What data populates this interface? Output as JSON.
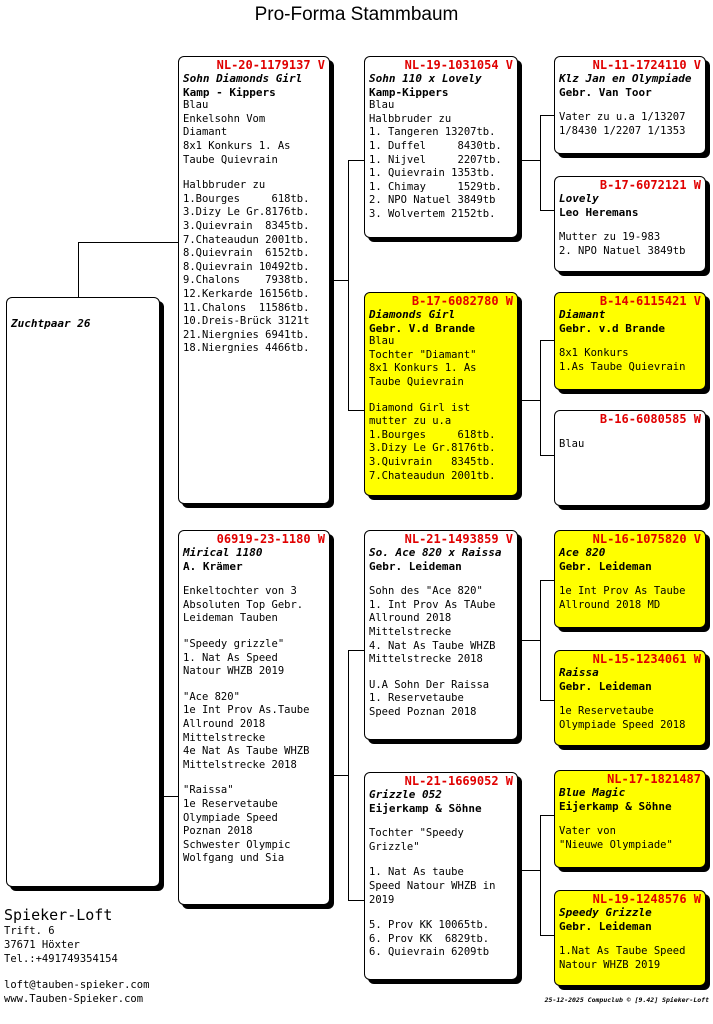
{
  "title": "Pro-Forma Stammbaum",
  "pigeons": {
    "root": {
      "name": "Zuchtpaar 26"
    },
    "father": {
      "ring": "NL-20-1179137 V",
      "name": "Sohn Diamonds Girl",
      "owner": "Kamp - Kippers",
      "lines": [
        "Blau",
        "Enkelsohn Vom",
        "Diamant",
        "8x1 Konkurs 1. As",
        "Taube Quievrain",
        "",
        "Halbbruder zu",
        "1.Bourges     618tb.",
        "3.Dizy Le Gr.8176tb.",
        "3.Quievrain  8345tb.",
        "7.Chateaudun 2001tb.",
        "8.Quievrain  6152tb.",
        "8.Quievrain 10492tb.",
        "9.Chalons    7938tb.",
        "12.Kerkarde 16156tb.",
        "11.Chalons  11586tb.",
        "10.Dreis-Brück 3121t",
        "21.Niergnies 6941tb.",
        "18.Niergnies 4466tb."
      ]
    },
    "mother": {
      "ring": "06919-23-1180 W",
      "name": "Mirical 1180",
      "owner": "A. Krämer",
      "lines": [
        "",
        "Enkeltochter von 3",
        "Absoluten Top Gebr.",
        "Leideman Tauben",
        "",
        "\"Speedy grizzle\"",
        "1. Nat As Speed",
        "Natour WHZB 2019",
        "",
        "\"Ace 820\"",
        "1e Int Prov As.Taube",
        "Allround 2018",
        "Mittelstrecke",
        "4e Nat As Taube WHZB",
        "Mittelstrecke 2018",
        "",
        "\"Raissa\"",
        "1e Reservetaube",
        "Olympiade Speed",
        "Poznan 2018",
        "Schwester Olympic",
        "Wolfgang und Sia"
      ]
    },
    "ff": {
      "ring": "NL-19-1031054 V",
      "name": "Sohn 110 x Lovely",
      "owner": "Kamp-Kippers",
      "lines": [
        "Blau",
        "Halbbruder zu",
        "1. Tangeren 13207tb.",
        "1. Duffel     8430tb.",
        "1. Nijvel     2207tb.",
        "1. Quievrain 1353tb.",
        "1. Chimay     1529tb.",
        "2. NPO Natuel 3849tb",
        "3. Wolvertem 2152tb."
      ]
    },
    "fm": {
      "ring": "B-17-6082780 W",
      "name": "Diamonds Girl",
      "owner": "Gebr. V.d Brande",
      "lines": [
        "Blau",
        "Tochter \"Diamant\"",
        "8x1 Konkurs 1. As",
        "Taube Quievrain",
        "",
        "Diamond Girl ist",
        "mutter zu u.a",
        "1.Bourges     618tb.",
        "3.Dizy Le Gr.8176tb.",
        "3.Quivrain   8345tb.",
        "7.Chateaudun 2001tb."
      ]
    },
    "mf": {
      "ring": "NL-21-1493859 V",
      "name": "So. Ace 820 x Raissa",
      "owner": "Gebr. Leideman",
      "lines": [
        "",
        "Sohn des \"Ace 820\"",
        "1. Int Prov As TAube",
        "Allround 2018",
        "Mittelstrecke",
        "4. Nat As Taube WHZB",
        "Mittelstrecke 2018",
        "",
        "U.A Sohn Der Raissa",
        "1. Reservetaube",
        "Speed Poznan 2018"
      ]
    },
    "mm": {
      "ring": "NL-21-1669052 W",
      "name": "Grizzle 052",
      "owner": "Eijerkamp & Söhne",
      "lines": [
        "",
        "Tochter \"Speedy",
        "Grizzle\"",
        "",
        "1. Nat As taube",
        "Speed Natour WHZB in",
        "2019",
        "",
        "5. Prov KK 10065tb.",
        "6. Prov KK  6829tb.",
        "6. Quievrain 6209tb"
      ]
    },
    "fff": {
      "ring": "NL-11-1724110 V",
      "name": "Klz Jan en Olympiade",
      "owner": "Gebr. Van Toor",
      "lines": [
        "",
        "Vater zu u.a 1/13207",
        "1/8430 1/2207 1/1353"
      ]
    },
    "ffm": {
      "ring": "B-17-6072121 W",
      "name": "Lovely",
      "owner": "Leo Heremans",
      "lines": [
        "",
        "Mutter zu 19-983",
        "2. NPO Natuel 3849tb"
      ]
    },
    "fmf": {
      "ring": "B-14-6115421 V",
      "name": "Diamant",
      "owner": "Gebr. v.d Brande",
      "lines": [
        "",
        "8x1 Konkurs",
        "1.As Taube Quievrain"
      ]
    },
    "fmm": {
      "ring": "B-16-6080585 W",
      "name": "",
      "owner": "",
      "lines": [
        "",
        "Blau"
      ]
    },
    "mff": {
      "ring": "NL-16-1075820 V",
      "name": "Ace 820",
      "owner": "Gebr. Leideman",
      "lines": [
        "",
        "1e Int Prov As Taube",
        "Allround 2018 MD"
      ]
    },
    "mfm": {
      "ring": "NL-15-1234061 W",
      "name": "Raissa",
      "owner": "Gebr. Leideman",
      "lines": [
        "",
        "1e Reservetaube",
        "Olympiade Speed 2018"
      ]
    },
    "mmf": {
      "ring": "NL-17-1821487",
      "name": "Blue Magic",
      "owner": "Eijerkamp & Söhne",
      "lines": [
        "",
        "Vater von",
        "\"Nieuwe Olympiade\""
      ]
    },
    "mmm": {
      "ring": "NL-19-1248576 W",
      "name": "Speedy Grizzle",
      "owner": "Gebr. Leideman",
      "lines": [
        "",
        "1.Nat As Taube Speed",
        "Natour WHZB 2019"
      ]
    }
  },
  "contact": {
    "loft": "Spieker-Loft",
    "street": "Trift. 6",
    "city": "37671  Höxter",
    "phone": "Tel.:+491749354154",
    "email": "loft@tauben-spieker.com",
    "web": "www.Tauben-Spieker.com"
  },
  "footer": "25-12-2025    Compuclub © [9.42]  Spieker-Loft",
  "colors": {
    "ring": "#e00000",
    "highlight": "#ffff00"
  }
}
